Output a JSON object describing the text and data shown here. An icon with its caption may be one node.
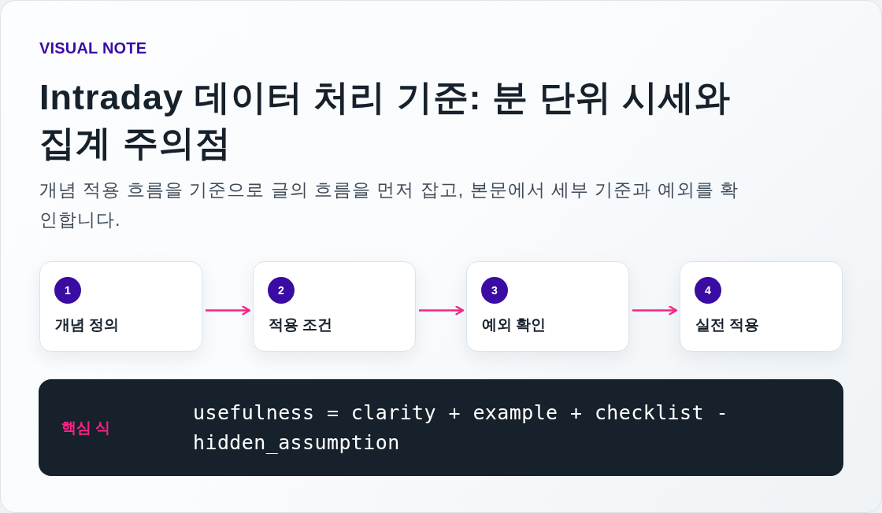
{
  "diagram": {
    "title": "Intraday 데이터 처리 기준: 분 단위 시세와 집계 주의점",
    "nodes": [
      {
        "text": [
          "개념 정의"
        ]
      },
      {
        "text": [
          "1"
        ],
        "in": 0
      },
      {
        "text": [
          "적용 조건"
        ]
      },
      {
        "text": [
          "2"
        ],
        "in": 2
      },
      {
        "text": [
          "예외 확인"
        ]
      },
      {
        "text": [
          "3"
        ],
        "in": 4
      },
      {
        "text": [
          "실전 적용"
        ]
      },
      {
        "text": [
          "4"
        ],
        "in": 6
      },
      {
        "text": [
          "핵심 식",
          "usefulness = clarity + example + checklist - hidden_assumption"
        ]
      }
    ],
    "edges": [
      {
        "from": 0,
        "to": 2,
        "arrow": "to"
      },
      {
        "from": 2,
        "to": 4,
        "arrow": "to"
      },
      {
        "from": 4,
        "to": 6,
        "arrow": "to"
      }
    ],
    "labels": [
      "VISUAL NOTE",
      "개념 적용 흐름을 기준으로 글의 흐름을 먼저 잡고, 본문에서 세부 기준과 예외를 확인합니다."
    ]
  }
}
